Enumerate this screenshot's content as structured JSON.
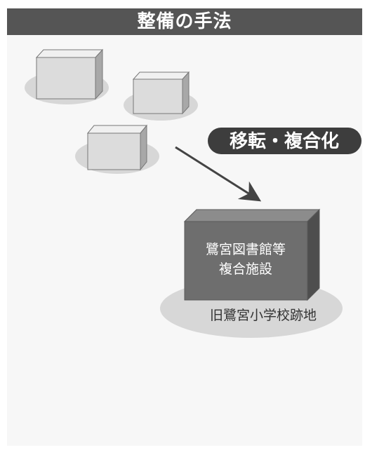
{
  "header": {
    "title": "整備の手法"
  },
  "arrow": {
    "label": "移転・複合化"
  },
  "new_facility": {
    "name_line1": "鷺宮図書館等",
    "name_line2": "複合施設",
    "site_label": "旧鷺宮小学校跡地"
  },
  "colors": {
    "header_bg": "#555555",
    "pill_bg": "#3d3d3d",
    "old_box_front": "#dcdcdc",
    "new_box_front": "#6e6e6e",
    "ground": "#d7d7d7"
  }
}
